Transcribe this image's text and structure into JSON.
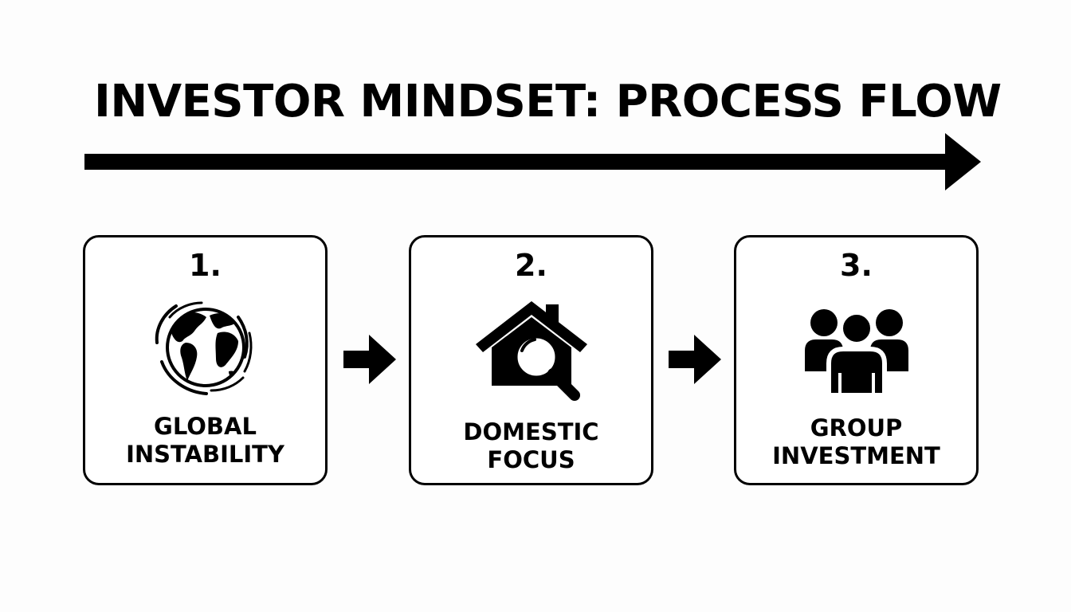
{
  "title": "INVESTOR MINDSET: PROCESS FLOW",
  "steps": [
    {
      "number": "1.",
      "label_line1": "GLOBAL",
      "label_line2": "INSTABILITY",
      "icon": "globe-icon"
    },
    {
      "number": "2.",
      "label_line1": "DOMESTIC",
      "label_line2": "FOCUS",
      "icon": "house-magnifier-icon"
    },
    {
      "number": "3.",
      "label_line1": "GROUP",
      "label_line2": "INVESTMENT",
      "icon": "group-people-icon"
    }
  ],
  "colors": {
    "ink": "#000000",
    "background": "#fdfdfd",
    "box_fill": "#ffffff"
  }
}
